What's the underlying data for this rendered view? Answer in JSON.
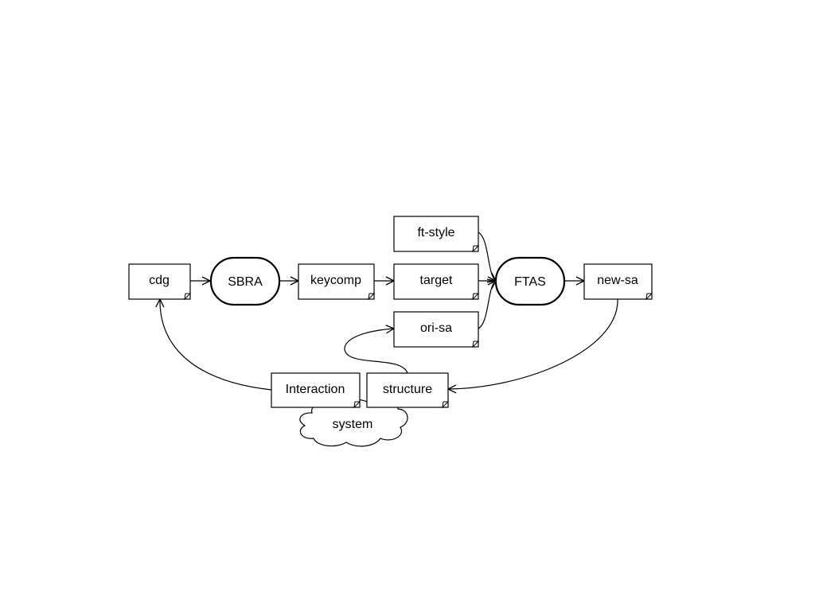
{
  "diagram": {
    "nodes": {
      "cdg": "cdg",
      "sbra": "SBRA",
      "keycomp": "keycomp",
      "target": "target",
      "ft_style": "ft-style",
      "ori_sa": "ori-sa",
      "ftas": "FTAS",
      "new_sa": "new-sa",
      "interaction": "Interaction",
      "structure": "structure",
      "system": "system"
    },
    "colors": {
      "stroke": "#000000",
      "fill": "#ffffff",
      "background": "#ffffff"
    }
  }
}
